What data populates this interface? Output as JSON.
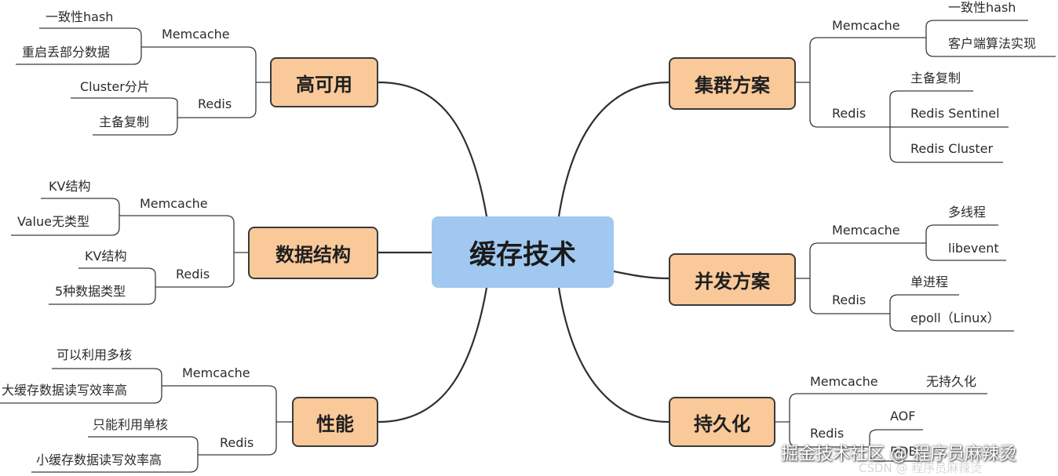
{
  "root": "缓存技术",
  "topics": {
    "ha": "高可用",
    "cluster": "集群方案",
    "ds": "数据结构",
    "concurrency": "并发方案",
    "perf": "性能",
    "persist": "持久化"
  },
  "ha": {
    "memcache": "Memcache",
    "memcache_items": [
      "一致性hash",
      "重启丢部分数据"
    ],
    "redis": "Redis",
    "redis_items": [
      "Cluster分片",
      "主备复制"
    ]
  },
  "cluster": {
    "memcache": "Memcache",
    "memcache_items": [
      "一致性hash",
      "客户端算法实现"
    ],
    "redis": "Redis",
    "redis_items": [
      "主备复制",
      "Redis Sentinel",
      "Redis Cluster"
    ]
  },
  "ds": {
    "memcache": "Memcache",
    "memcache_items": [
      "KV结构",
      "Value无类型"
    ],
    "redis": "Redis",
    "redis_items": [
      "KV结构",
      "5种数据类型"
    ]
  },
  "concurrency": {
    "memcache": "Memcache",
    "memcache_items": [
      "多线程",
      "libevent"
    ],
    "redis": "Redis",
    "redis_items": [
      "单进程",
      "epoll（Linux）"
    ]
  },
  "perf": {
    "memcache": "Memcache",
    "memcache_items": [
      "可以利用多核",
      "大缓存数据读写效率高"
    ],
    "redis": "Redis",
    "redis_items": [
      "只能利用单核",
      "小缓存数据读写效率高"
    ]
  },
  "persist": {
    "memcache": "Memcache",
    "memcache_items": [
      "无持久化"
    ],
    "redis": "Redis",
    "redis_items": [
      "AOF",
      "RDB"
    ]
  },
  "watermark": {
    "main": "掘金技术社区 @ 程序员麻辣烫",
    "sub": "CSDN @ 程序员麻辣烫"
  },
  "colors": {
    "root_fill": "#a0c8f0",
    "topic_fill": "#f9c99a",
    "line": "#3a3a3a"
  }
}
